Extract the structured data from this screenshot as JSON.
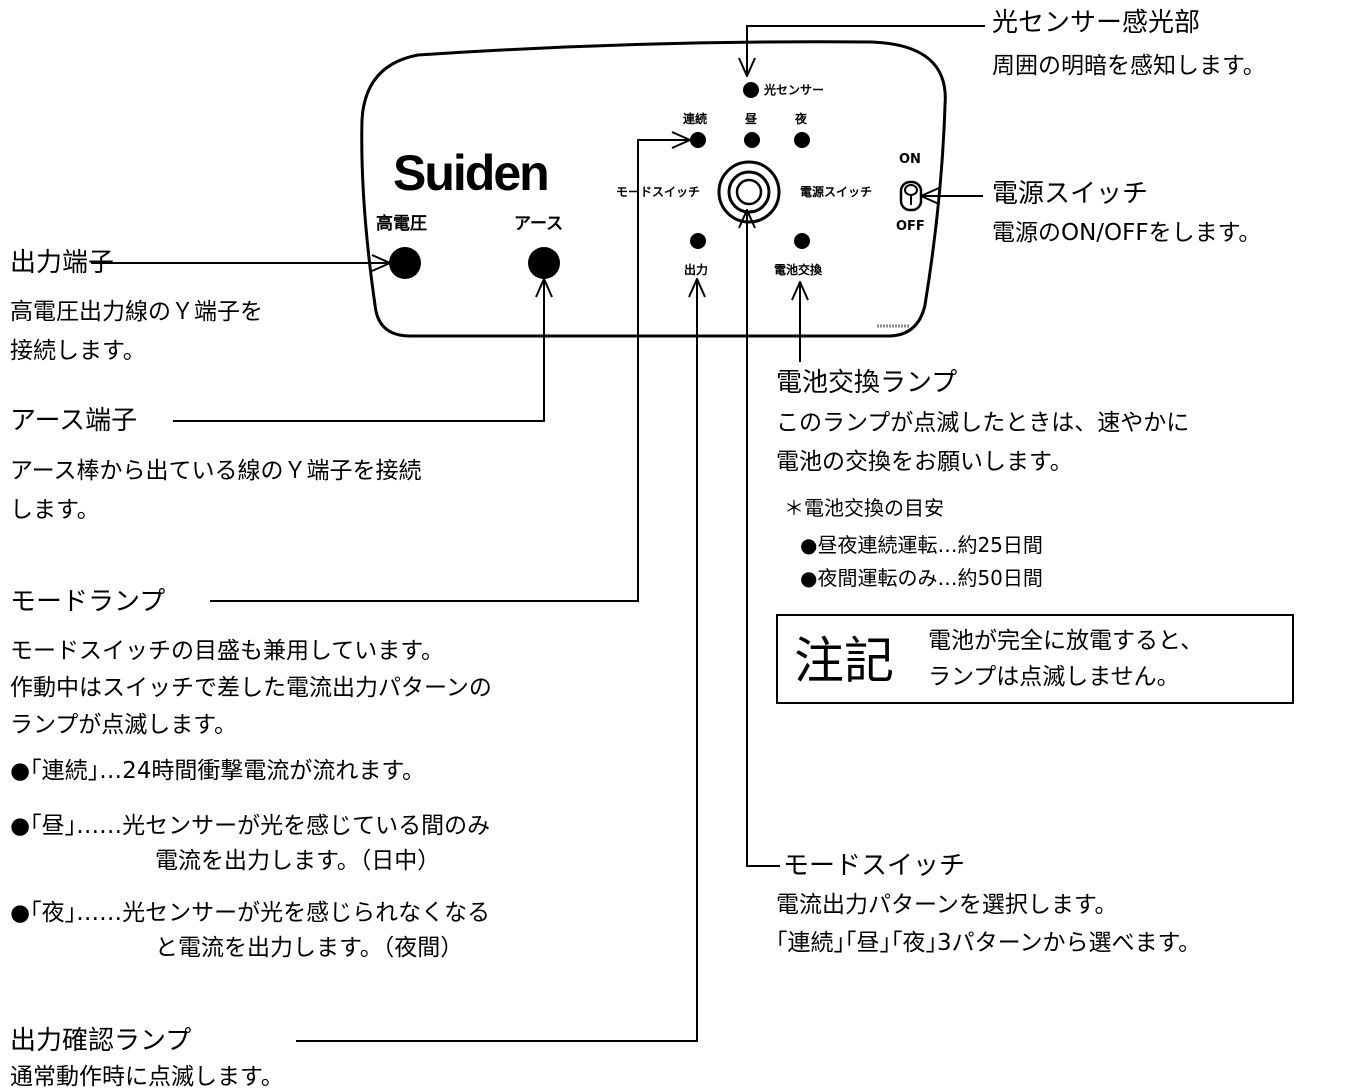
{
  "panel": {
    "brand": "Suiden",
    "labels": {
      "high_voltage": "高電圧",
      "earth": "アース",
      "light_sensor": "光センサー",
      "continuous": "連続",
      "day": "昼",
      "night": "夜",
      "mode_switch": "モードスイッチ",
      "power_switch": "電源スイッチ",
      "on": "ON",
      "off": "OFF",
      "output": "出力",
      "battery_change": "電池交換"
    }
  },
  "callouts": {
    "light_sensor": {
      "title": "光センサー感光部",
      "desc": "周囲の明暗を感知します。"
    },
    "power_switch": {
      "title": "電源スイッチ",
      "desc": "電源のON/OFFをします。"
    },
    "output_terminal": {
      "title": "出力端子",
      "desc1": "高電圧出力線のＹ端子を",
      "desc2": "接続します。"
    },
    "earth_terminal": {
      "title": "アース端子",
      "desc1": "アース棒から出ている線のＹ端子を接続",
      "desc2": "します。"
    },
    "battery_lamp": {
      "title": "電池交換ランプ",
      "desc1": "このランプが点滅したときは、速やかに",
      "desc2": "電池の交換をお願いします。",
      "guide_title": "＊電池交換の目安",
      "guide1": "●昼夜連続運転…約25日間",
      "guide2": "●夜間運転のみ…約50日間"
    },
    "note": {
      "title": "注記",
      "line1": "電池が完全に放電すると、",
      "line2": "ランプは点滅しません。"
    },
    "mode_lamp": {
      "title": "モードランプ",
      "desc1": "モードスイッチの目盛も兼用しています。",
      "desc2": "作動中はスイッチで差した電流出力パターンの",
      "desc3": "ランプが点滅します。",
      "item1": "●｢連続｣…24時間衝撃電流が流れます。",
      "item2a": "●｢昼｣……光センサーが光を感じている間のみ",
      "item2b": "電流を出力します。（日中）",
      "item3a": "●｢夜｣……光センサーが光を感じられなくなる",
      "item3b": "と電流を出力します。（夜間）"
    },
    "mode_switch": {
      "title": "モードスイッチ",
      "desc1": "電流出力パターンを選択します。",
      "desc2": "｢連続｣｢昼｣｢夜｣3パターンから選べます。"
    },
    "output_lamp": {
      "title": "出力確認ランプ",
      "desc": "通常動作時に点滅します。"
    }
  }
}
